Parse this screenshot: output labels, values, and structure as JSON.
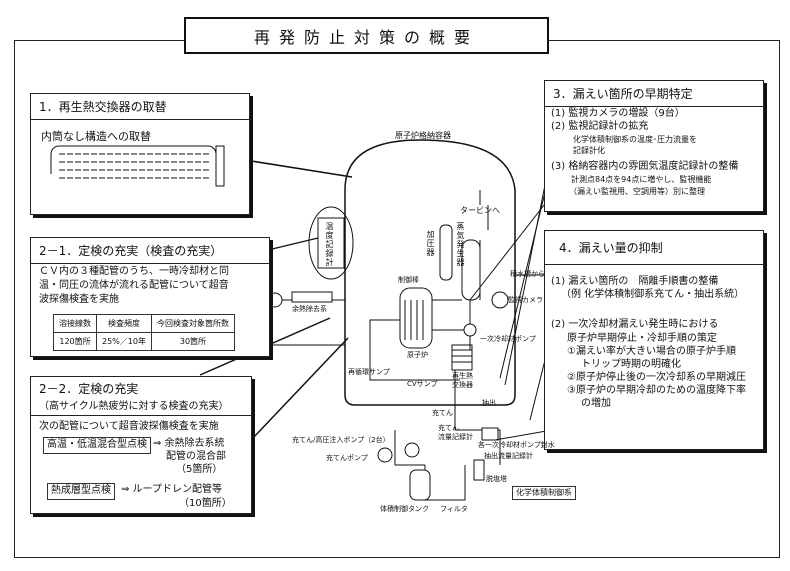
{
  "title": "再発防止対策の概要",
  "panel1": {
    "heading": "1．再生熱交換器の取替",
    "subheading": "内筒なし構造への取替"
  },
  "panel21": {
    "heading": "2－1．定検の充実（検査の充実）",
    "body": [
      "ＣＶ内の３種配管のうち、一時冷却材と同",
      "温・同圧の流体が流れる配管について超音",
      "波探傷検査を実施"
    ],
    "table": {
      "headers": [
        "溶接線数",
        "検査頻度",
        "今回検査対象箇所数"
      ],
      "row": [
        "120箇所",
        "25%／10年",
        "30箇所"
      ]
    }
  },
  "panel22": {
    "heading": "2－2．定検の充実",
    "subheading": "（高サイクル熱疲労に対する検査の充実）",
    "intro": "次の配管について超音波探傷検査を実施",
    "item1_label": "高温・低温混合型点検",
    "item1_lines": [
      "⇒ 余熱除去系統",
      "配管の混合部",
      "（5箇所）"
    ],
    "item2_label": "熱成層型点検",
    "item2_lines": [
      "⇒ ループドレン配管等",
      "（10箇所）"
    ]
  },
  "panel3": {
    "heading": "3．漏えい箇所の早期特定",
    "items": [
      "(1) 監視カメラの増設（9台）",
      "(2) 監視記録計の拡充",
      "(3) 格納容器内の雰囲気温度記録計の整備"
    ],
    "sub2": [
      "化学体積制御系の温度･圧力流量を",
      "記録計化"
    ],
    "sub3": [
      "計測点84点を94点に増やし、監視機能",
      "（漏えい監視用、空調用等）別に整理"
    ]
  },
  "panel4": {
    "heading": "4．漏えい量の抑制",
    "lines": [
      "(1) 漏えい箇所の　隔離手順書の整備",
      "（例 化学体積制御系充てん・抽出系統）",
      "",
      "(2) 一次冷却材漏えい発生時における",
      "原子炉早期停止・冷却手順の策定",
      "①漏えい率が大きい場合の原子炉手順",
      "トリップ時期の明確化",
      "②原子炉停止後の一次冷却系の早期減圧",
      "③原子炉の早期冷却のための温度降下率",
      "の増加"
    ]
  },
  "diagram": {
    "containment": "原子炉格納容器",
    "to_turbine": "タービンへ",
    "temp_recorder": "温度記録計",
    "pressurizer": "加圧器",
    "steam_generator": "蒸気発生器",
    "control_rod": "制御棒",
    "reactor": "原子炉",
    "primary_pump": "一次冷却材ポンプ",
    "drain_tank": "積水槽から",
    "camera": "監視カメラ",
    "rhr": "余熱除去系",
    "recirc_sump": "再循環サンプ",
    "cv_sump": "CVサンプ",
    "regen_hx": [
      "再生熱",
      "交換器"
    ],
    "charging": "充てん",
    "letdown": "抽出",
    "charging_flow_rec": [
      "充てん",
      "流量記録計"
    ],
    "seal_water": "各一次冷却材ポンプ封水",
    "letdown_flow_rec": "抽出流量記録計",
    "charging_pump_hp": "充てん/高圧注入ポンプ（2台）",
    "charging_pump": "充てんポンプ",
    "demineralizer": "脱塩塔",
    "cvcs": "化学体積制御系",
    "vct": "体積制御タンク",
    "filter": "フィルタ"
  }
}
